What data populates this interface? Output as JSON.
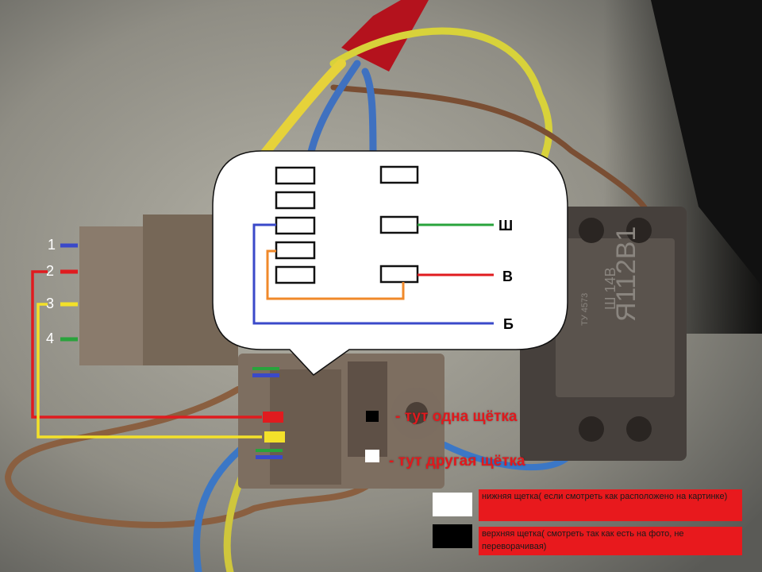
{
  "colors": {
    "blue": "#3a49c9",
    "red": "#e01b1f",
    "yellow": "#f3e12a",
    "green": "#29a33c",
    "orange": "#f0892a",
    "brown": "#7a5238",
    "legend_bg": "#e8191d"
  },
  "wire_numbers": [
    "1",
    "2",
    "3",
    "4"
  ],
  "terminals": {
    "sh": "Ш",
    "v": "В",
    "b": "Б"
  },
  "notes": {
    "brush_one": "- тут одна щётка",
    "brush_two": "- тут другая щётка"
  },
  "legend": {
    "white_text": "нижняя щетка( если смотреть как расположено на картинке)",
    "black_text": "верхняя щетка( смотреть так как есть на фото, не переворачивая)"
  },
  "regulator_marking": {
    "line1": "Я112В1",
    "line2": "Ш 14В",
    "line3": "ТУ 4573"
  }
}
